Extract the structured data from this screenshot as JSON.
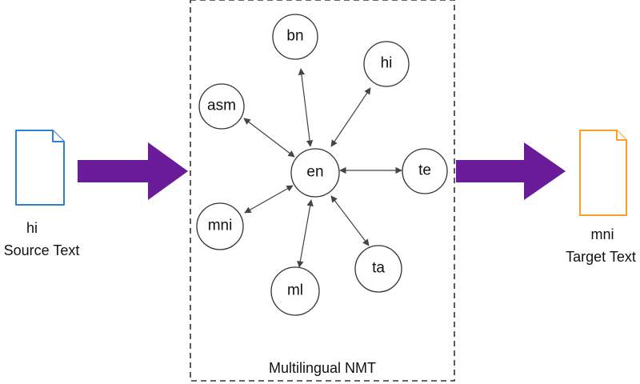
{
  "source": {
    "language": "hi",
    "label": "Source Text",
    "icon": "document-icon",
    "color": "#2f7fd4"
  },
  "target": {
    "language": "mni",
    "label": "Target Text",
    "icon": "document-icon",
    "color": "#f5a12a"
  },
  "model": {
    "label": "Multilingual NMT",
    "hub": "en",
    "spokes": [
      "bn",
      "hi",
      "te",
      "ta",
      "ml",
      "mni",
      "asm"
    ]
  },
  "colors": {
    "arrow": "#6a1b9a"
  }
}
